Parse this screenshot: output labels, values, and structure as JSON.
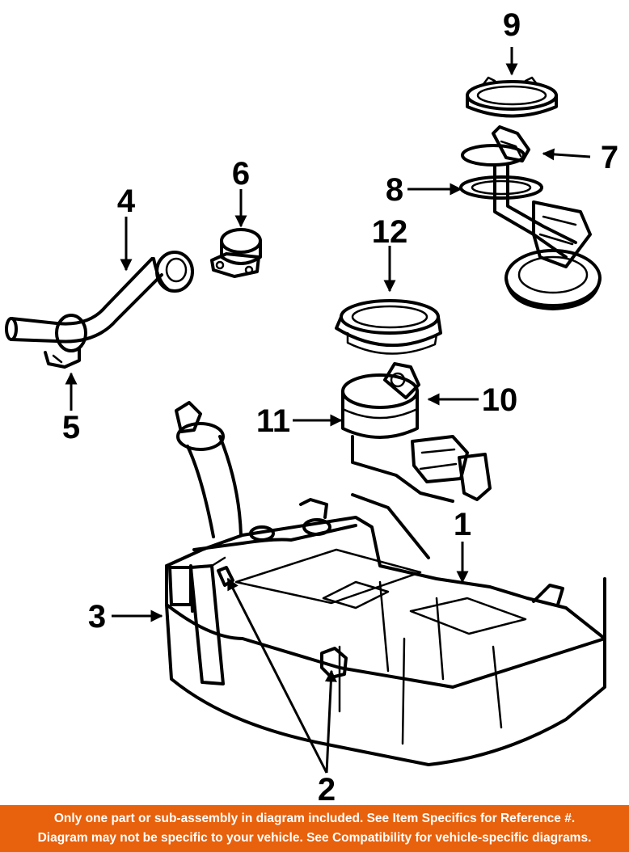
{
  "callouts": {
    "c1": "1",
    "c2": "2",
    "c3": "3",
    "c4": "4",
    "c5": "5",
    "c6": "6",
    "c7": "7",
    "c8": "8",
    "c9": "9",
    "c10": "10",
    "c11": "11",
    "c12": "12"
  },
  "banner": {
    "line1": "Only one part or sub-assembly in diagram included. See Item Specifics for Reference #.",
    "line2": "Diagram may not be specific to your vehicle. See Compatibility for vehicle-specific diagrams.",
    "color": "#e8610c"
  }
}
